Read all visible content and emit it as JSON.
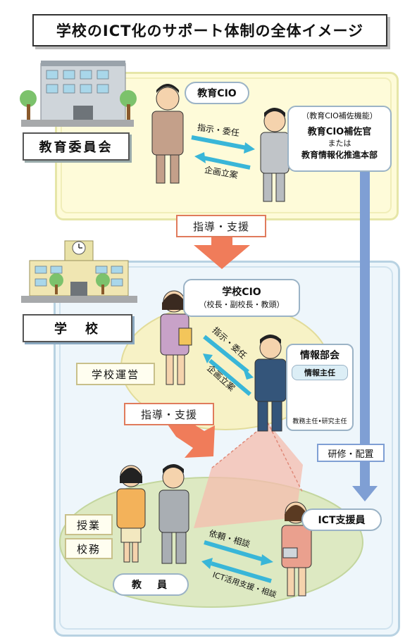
{
  "title": "学校のICT化のサポート体制の全体イメージ",
  "board": {
    "label": "教育委員会",
    "cio_label": "教育CIO",
    "assist": {
      "note": "（教育CIO補佐機能）",
      "line1": "教育CIO補佐官",
      "line2": "または",
      "line3": "教育情報化推進本部"
    },
    "arrow_right_label": "指示・委任",
    "arrow_left_label": "企画立案"
  },
  "guidance_1": "指導・支援",
  "school": {
    "label": "学　校",
    "cio_label": "学校CIO",
    "cio_sub": "（校長・副校長・教頭）",
    "management": "学校運営",
    "arrow_right_label": "指示・委任",
    "arrow_left_label": "企画立案",
    "info_dept": {
      "title": "情報部会",
      "chief": "情報主任",
      "others": "教務主任•研究主任"
    }
  },
  "guidance_2": "指導・支援",
  "training_label": "研修・配置",
  "teachers": {
    "label": "教　員",
    "task1": "授業",
    "task2": "校務"
  },
  "ict_support": {
    "label": "ICT支援員",
    "arrow_right_label": "依頼・相談",
    "arrow_left_label": "ICT活用支援・相談"
  },
  "colors": {
    "top_panel_bg": "#fefbd9",
    "bottom_panel_bg": "#eef6fb",
    "orange_arrow": "#f07c5a",
    "blue_arrow": "#7f9fd4",
    "teal_arrow": "#39b6d8"
  }
}
